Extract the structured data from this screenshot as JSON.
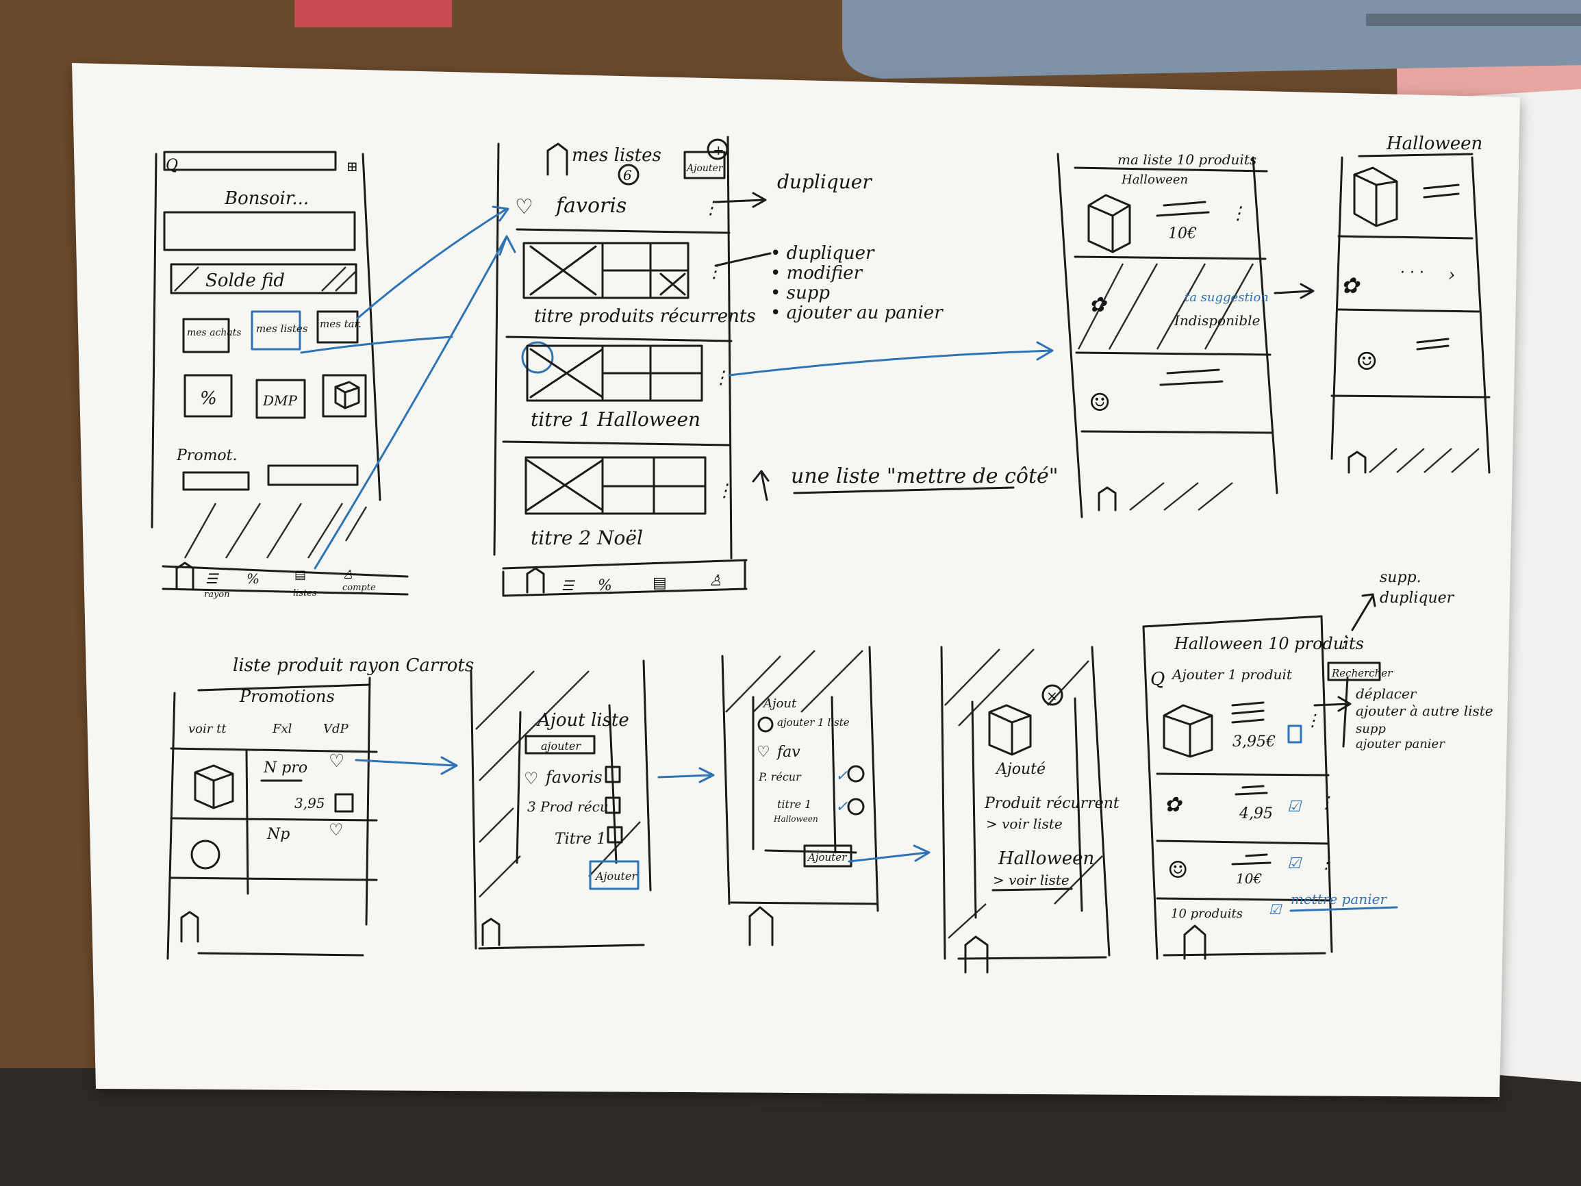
{
  "home": {
    "greeting": "Bonsoir...",
    "fidelity": "Solde fid",
    "tiles": [
      "mes achats",
      "mes listes",
      "mes tar."
    ],
    "percent": "%",
    "dmp": "DMP",
    "promo": "Promot.",
    "tabs": [
      "rayon",
      "listes",
      "compte"
    ],
    "tab_listes_caption": "listes"
  },
  "lists": {
    "title": "mes listes",
    "count": "6",
    "add": "Ajouter",
    "favoris": "favoris",
    "recurrent": "titre produits récurrents",
    "halloween": "titre 1 Halloween",
    "noel": "titre 2 Noël",
    "tab_percent": "%"
  },
  "lists_menu": {
    "duplicate": "dupliquer",
    "items": [
      "• dupliquer",
      "• modifier",
      "• supp",
      "• ajouter au panier"
    ]
  },
  "lists_note": "une liste \"mettre de côté\"",
  "detail1": {
    "header": "ma liste 10 produits",
    "sub": "Halloween",
    "price": "10€",
    "note": "ta suggestion",
    "note2": "Indisponible"
  },
  "detail2": {
    "title": "Halloween"
  },
  "promos": {
    "caption": "liste produit rayon Carrots",
    "title": "Promotions",
    "cols": [
      "voir tt",
      "Fxl",
      "VdP"
    ],
    "np": "N pro",
    "price": "3,95"
  },
  "add_sheet": {
    "title": "Ajout liste",
    "new": "ajouter",
    "favoris": "favoris",
    "recurrent": "3 Prod récu",
    "titre": "Titre 1",
    "cta": "Ajouter"
  },
  "add_sheet2": {
    "title": "Ajout",
    "line": "ajouter 1 liste",
    "fav": "fav",
    "prod": "P. récur",
    "titre": "titre 1",
    "titre_sub": "Halloween",
    "cta": "Ajouter"
  },
  "confirm": {
    "added": "Ajouté",
    "l1": "Produit récurrent",
    "l2": "> voir liste",
    "l3": "Halloween",
    "l4": "> voir liste"
  },
  "final": {
    "title": "Halloween 10 produits",
    "add": "Ajouter 1 produit",
    "search": "Rechercher",
    "price1": "3,95€",
    "price2": "4,95",
    "price3": "10€",
    "footer": "10 produits",
    "cta": "mettre panier"
  },
  "final_menu": {
    "top": [
      "supp.",
      "dupliquer"
    ],
    "items": [
      "déplacer",
      "ajouter à autre liste",
      "supp",
      "ajouter panier"
    ]
  }
}
